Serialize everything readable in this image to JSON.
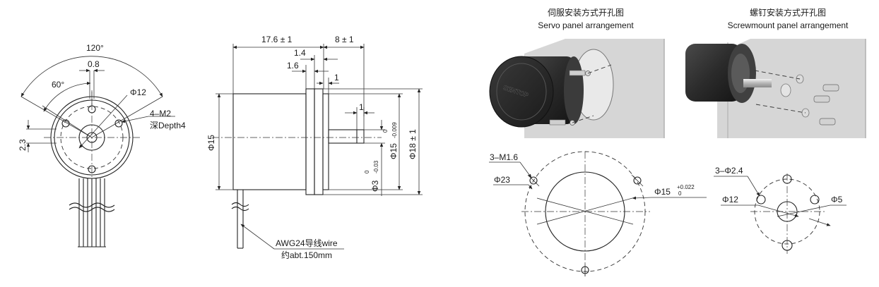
{
  "front_view": {
    "angle_120": "120°",
    "dim_0_8": "0.8",
    "angle_60": "60°",
    "dia_12": "Φ12",
    "thread": "4–M2",
    "depth": "深Depth4",
    "dim_2_3": "2.3"
  },
  "side_view": {
    "len_17_6": "17.6 ± 1",
    "len_8": "8 ± 1",
    "dim_1_4": "1.4",
    "dim_1_6": "1.6",
    "dim_1a": "1",
    "dim_1b": "1",
    "dia_15_body": "Φ15",
    "dia_15_tol": "Φ15",
    "tol_upper": "0",
    "tol_lower": "-0.009",
    "dia_18": "Φ18 ± 1",
    "dia_3": "Φ3",
    "dia_3_upper": "0",
    "dia_3_lower": "-0.03",
    "wire_spec": "AWG24导线wire",
    "wire_length": "约abt.150mm"
  },
  "servo_panel": {
    "title_cn": "伺服安装方式开孔图",
    "title_en": "Servo panel arrangement",
    "brand": "SENTOP",
    "holes": "3–M1.6",
    "dia_23": "Φ23",
    "dia_15": "Φ15",
    "tol_upper": "+0.022",
    "tol_lower": "0"
  },
  "screwmount": {
    "title_cn": "螺钉安装方式开孔图",
    "title_en": "Screwmount panel arrangement",
    "holes": "3–Φ2.4",
    "dia_12": "Φ12",
    "dia_5": "Φ5"
  },
  "colors": {
    "line": "#222222",
    "photo_background": "#d6d6d6",
    "motor_body": "#2b2b2b"
  }
}
